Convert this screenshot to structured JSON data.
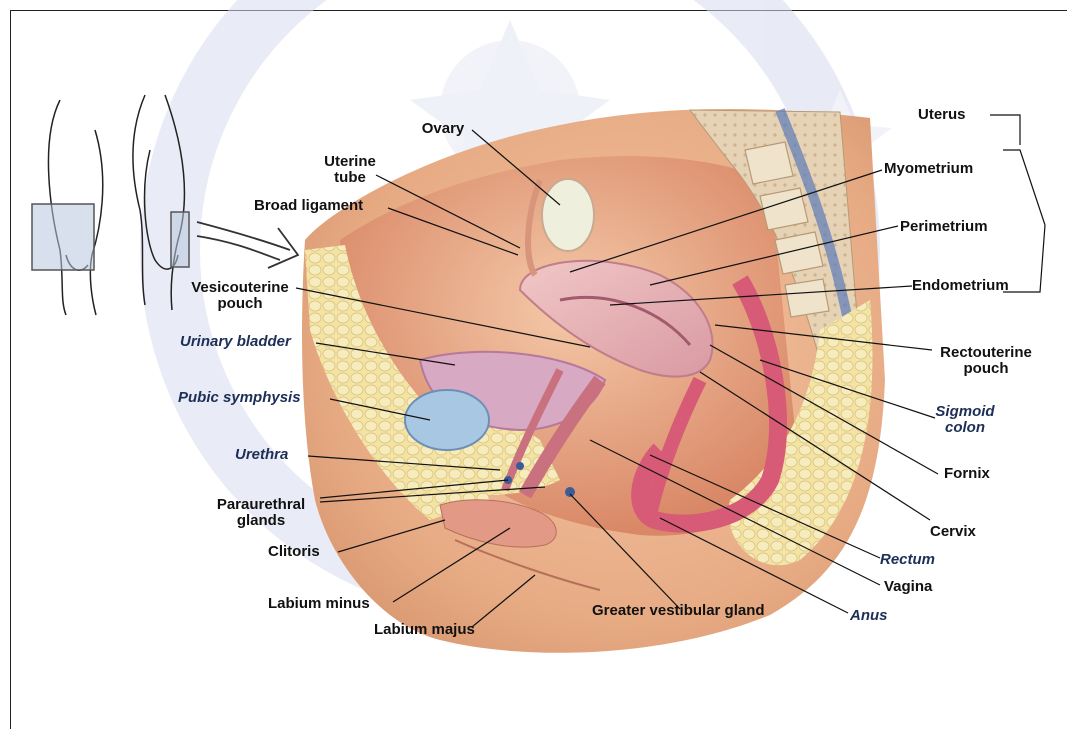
{
  "labels": {
    "ovary": "Ovary",
    "uterine_tube_1": "Uterine",
    "uterine_tube_2": "tube",
    "broad_ligament": "Broad ligament",
    "vesicouterine_pouch_1": "Vesicouterine",
    "vesicouterine_pouch_2": "pouch",
    "urinary_bladder": "Urinary bladder",
    "pubic_symphysis": "Pubic symphysis",
    "urethra": "Urethra",
    "paraurethral_glands_1": "Paraurethral",
    "paraurethral_glands_2": "glands",
    "clitoris": "Clitoris",
    "labium_minus": "Labium minus",
    "labium_majus": "Labium majus",
    "greater_vestibular_gland": "Greater vestibular gland",
    "anus": "Anus",
    "vagina": "Vagina",
    "rectum": "Rectum",
    "cervix": "Cervix",
    "fornix": "Fornix",
    "sigmoid_colon_1": "Sigmoid",
    "sigmoid_colon_2": "colon",
    "rectouterine_pouch_1": "Rectouterine",
    "rectouterine_pouch_2": "pouch",
    "endometrium": "Endometrium",
    "perimetrium": "Perimetrium",
    "myometrium": "Myometrium",
    "uterus": "Uterus"
  },
  "colors": {
    "skin": "#e7ab84",
    "flesh": "#d98867",
    "uterus": "#e8b3b6",
    "bladder": "#a7c7e3",
    "fat": "#f1df9a",
    "rectum": "#d75a76",
    "watermark": "#d7dcef"
  }
}
